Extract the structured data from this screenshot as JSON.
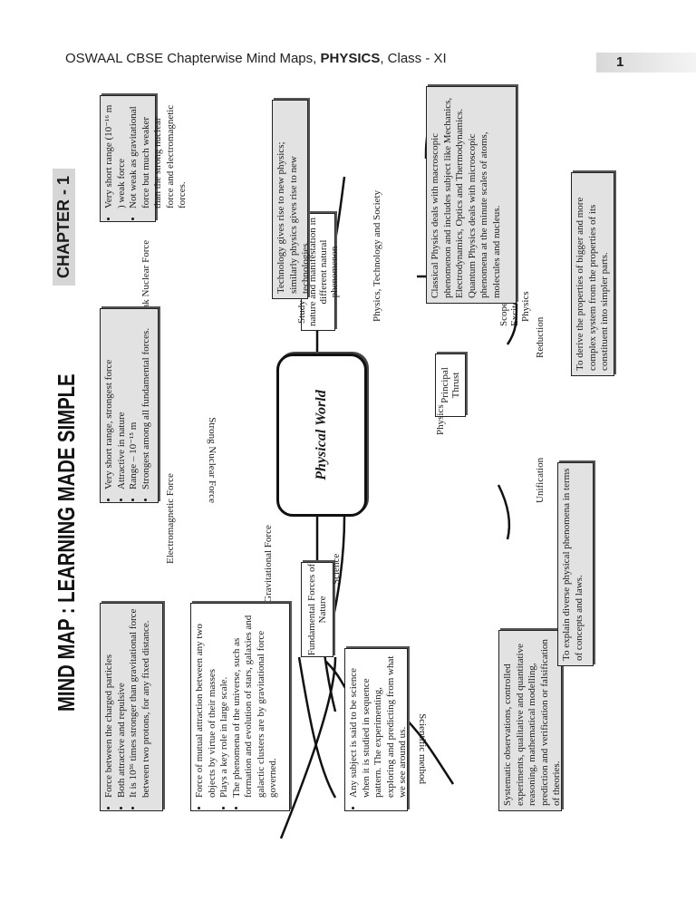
{
  "header": {
    "pre": "OSWAAL CBSE Chapterwise Mind Maps, ",
    "subject": "PHYSICS",
    "post": ", Class - XI",
    "page": "1"
  },
  "title": "MIND MAP : LEARNING MADE SIMPLE",
  "chapter": "CHAPTER - 1",
  "center": "Physical World",
  "fundamental": "Fundamental Forces of Nature",
  "thrust": "Principal Thrust",
  "study": "Study of the basic laws of nature and manifestation in different natural phenomenon",
  "labels": {
    "weak": "Weak Nuclear Force",
    "strong": "Strong Nuclear Force",
    "em": "Electromagnetic Force",
    "grav": "Gravitational Force",
    "science": "Science",
    "sci_method": "Scientific method",
    "physics": "Physics",
    "pts": "Physics, Technology and Society",
    "scope1": "Scope and",
    "scope2": "Excitement of",
    "scope3": "Physics",
    "reduction": "Reduction",
    "unification": "Unification"
  },
  "weak_box": [
    "Very short range (10⁻¹⁶ m ) weak force",
    "Not weak as gravitational force but much weaker than the strong nuclear force and electromagnetic forces."
  ],
  "strong_box": [
    "Very short range, strongest force",
    "Attractive in nature",
    "Range – 10⁻¹⁵ m",
    "Strongest among all fundamental forces."
  ],
  "em_box": [
    "Force between the charged particles",
    "Both attractive and repulsive",
    "It is 10³⁶ times stronger than gravitational force between two protons, for any fixed distance."
  ],
  "grav_box": [
    "Force of mutual attraction between any two objects by virtue of their masses",
    "Plays a key role in large scale.",
    "The phenomena of the universe, such as formation and evolution of stars, galaxies and galactic clusters are by gravitational force governed."
  ],
  "science_box": [
    "Any subject is said to be science when it is studied in sequence pattern. The experimenting, exploring and predicting from what we see around us."
  ],
  "method_box": "Systematic observations, controlled experiments, qualitative and quantitative reasoning, mathematical modelling, prediction and verification or falsification of theories.",
  "tech_box": "Technology gives rise to new physics; similarly physics gives rise to new technologies.",
  "scope_box": "Classical Physics deals with macroscopic phenomenon and includes subject like Mechanics, Electrodynamics, Optics and Thermodynamics. Quantum Physics deals with microscopic phenomena at the minute scales of atoms, molecules and nucleus.",
  "reduction_box": "To derive the properties of bigger and more complex system from the properties of its constituent into simpler parts.",
  "unification_box": "To explain diverse physical phenomena in terms of concepts and laws."
}
